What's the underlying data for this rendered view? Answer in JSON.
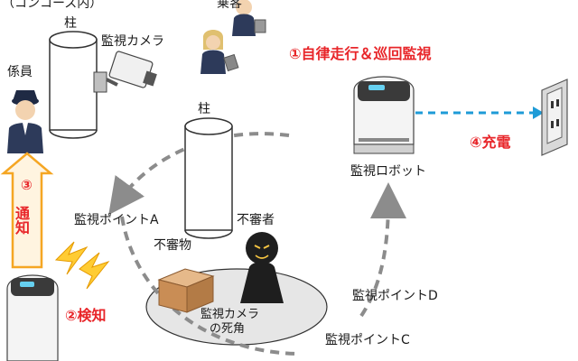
{
  "labels": {
    "top_partial": "（コンコース内）",
    "top_passenger": "乗客",
    "pillar_top": "柱",
    "camera": "監視カメラ",
    "staff": "係員",
    "pillar_mid": "柱",
    "monitor_robot": "監視ロボット",
    "point_a": "監視ポイントA",
    "suspicious_person": "不審者",
    "suspicious_object": "不審物",
    "blind_spot_line1": "監視カメラ",
    "blind_spot_line2": "の死角",
    "point_d": "監視ポイントD",
    "point_c": "監視ポイントC"
  },
  "steps": {
    "step1": "①自律走行＆巡回監視",
    "step2": "②検知",
    "step3_num": "③",
    "step3_text": "通知",
    "step4": "④充電"
  },
  "colors": {
    "accent_red": "#e8262a",
    "notify_arrow": "#f5a623",
    "charge_line": "#1e9bd7",
    "patrol_dash": "#8c8c8c",
    "blind_zone": "#e6e6e6"
  }
}
